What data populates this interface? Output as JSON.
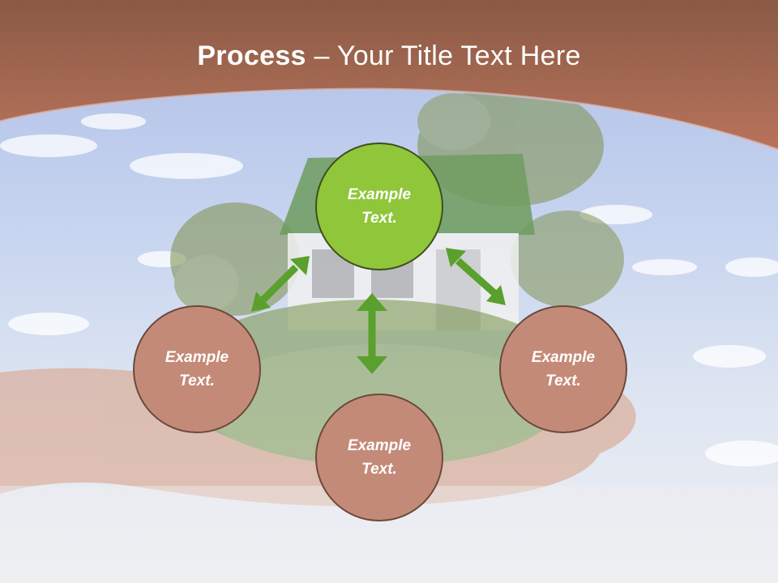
{
  "title": {
    "bold": "Process",
    "rest": " – Your Title Text Here"
  },
  "diagram": {
    "center": {
      "label": "Example Text."
    },
    "left": {
      "label": "Example Text."
    },
    "bottom": {
      "label": "Example Text."
    },
    "right": {
      "label": "Example Text."
    }
  },
  "colors": {
    "header": "#b5705a",
    "center_node": "#8fc63a",
    "outer_node": "#c48a78",
    "arrow": "#5aa02c"
  }
}
